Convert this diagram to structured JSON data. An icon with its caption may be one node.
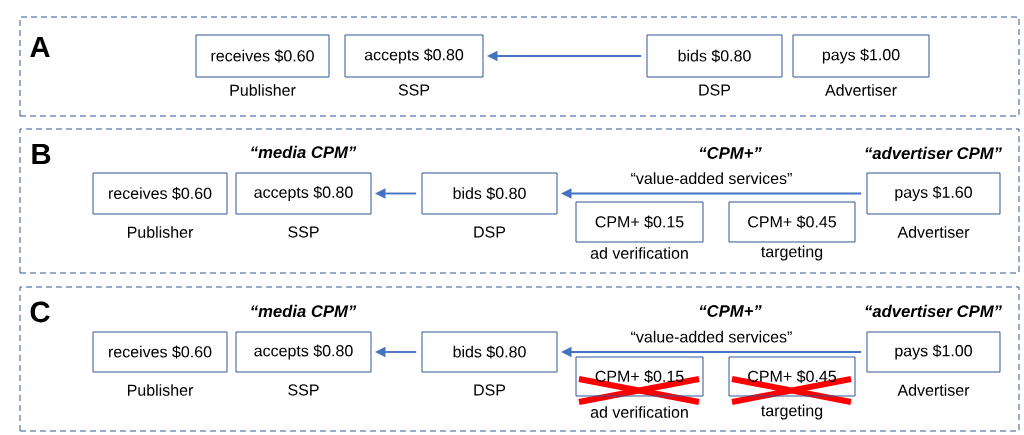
{
  "diagram": {
    "nodes": [
      {
        "text": [
          "A"
        ]
      },
      {
        "text": [
          "receives $0.60"
        ],
        "beside": [
          "Publisher"
        ],
        "in": 0
      },
      {
        "text": [
          "accepts $0.80"
        ],
        "beside": [
          "SSP"
        ],
        "in": 0
      },
      {
        "text": [
          "bids $0.80"
        ],
        "beside": [
          "DSP"
        ],
        "in": 0
      },
      {
        "text": [
          "pays $1.00"
        ],
        "beside": [
          "Advertiser"
        ],
        "in": 0
      },
      {
        "text": [
          "B"
        ]
      },
      {
        "text": [
          "receives $0.60"
        ],
        "beside": [
          "Publisher"
        ],
        "in": 5
      },
      {
        "text": [
          "accepts $0.80"
        ],
        "beside": [
          "SSP"
        ],
        "in": 5
      },
      {
        "text": [
          "bids $0.80"
        ],
        "beside": [
          "DSP"
        ],
        "in": 5
      },
      {
        "text": [
          "CPM+ $0.15"
        ],
        "beside": [
          "ad verification"
        ],
        "in": 5
      },
      {
        "text": [
          "CPM+ $0.45"
        ],
        "beside": [
          "targeting"
        ],
        "in": 5
      },
      {
        "text": [
          "pays $1.60"
        ],
        "beside": [
          "Advertiser"
        ],
        "in": 5
      },
      {
        "text": [
          "C"
        ]
      },
      {
        "text": [
          "receives $0.60"
        ],
        "beside": [
          "Publisher"
        ],
        "in": 12
      },
      {
        "text": [
          "accepts $0.80"
        ],
        "beside": [
          "SSP"
        ],
        "in": 12
      },
      {
        "text": [
          "bids $0.80"
        ],
        "beside": [
          "DSP"
        ],
        "in": 12
      },
      {
        "text": [
          "CPM+ $0.15"
        ],
        "beside": [
          "ad verification"
        ],
        "in": 12
      },
      {
        "text": [
          "CPM+ $0.45"
        ],
        "beside": [
          "targeting"
        ],
        "in": 12
      },
      {
        "text": [
          "pays $1.00"
        ],
        "beside": [
          "Advertiser"
        ],
        "in": 12
      }
    ],
    "edges": [
      {
        "from": 3,
        "to": 2,
        "arrow": "to"
      },
      {
        "from": 8,
        "to": 7,
        "arrow": "to"
      },
      {
        "from": 11,
        "to": 8,
        "arrow": "to",
        "label": "“value-added services”"
      },
      {
        "from": 15,
        "to": 14,
        "arrow": "to"
      },
      {
        "from": 18,
        "to": 15,
        "arrow": "to",
        "label": "“value-added services”"
      }
    ],
    "labels": [
      "“media CPM”",
      "“CPM+”",
      "“advertiser CPM”",
      "“media CPM”",
      "“CPM+”",
      "“advertiser CPM”"
    ]
  }
}
